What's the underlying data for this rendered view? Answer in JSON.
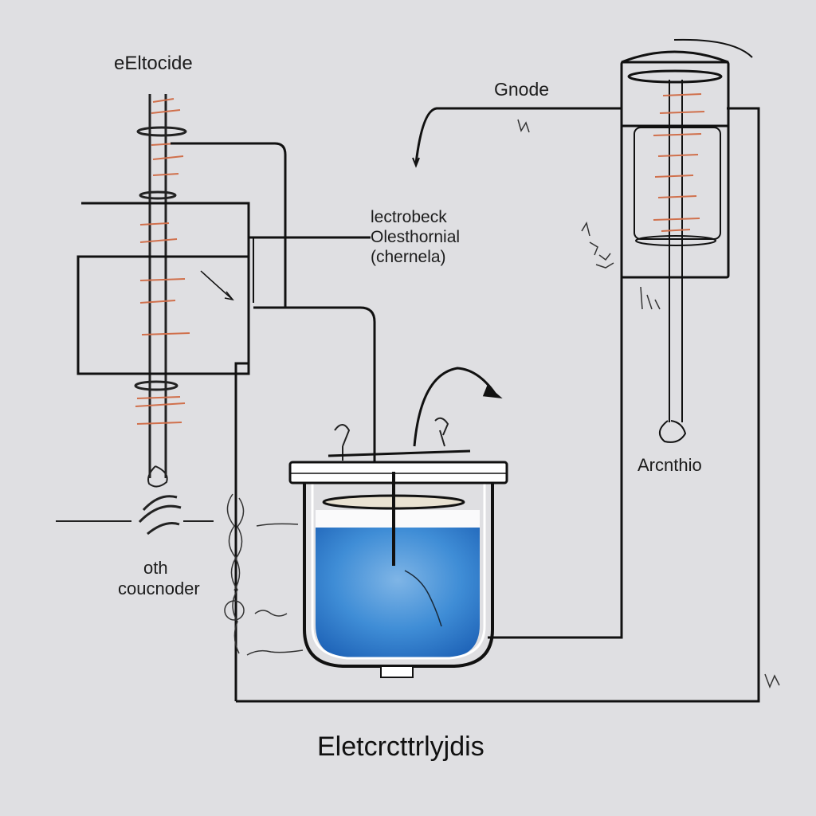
{
  "labels": {
    "top_left": "eEltocide",
    "top_right": "Gnode",
    "middle_lines": [
      "lectrobeck",
      "Olesthornial",
      "(chernela)"
    ],
    "right": "Arcnthio",
    "bottom_left_a": "oth",
    "bottom_left_b": "coucnoder",
    "title": "Eletcrcttrlyjdis"
  },
  "colors": {
    "background": "#dfdfe2",
    "line": "#111111",
    "liquid": "#2f7fd0",
    "accent": "#d0704c"
  }
}
